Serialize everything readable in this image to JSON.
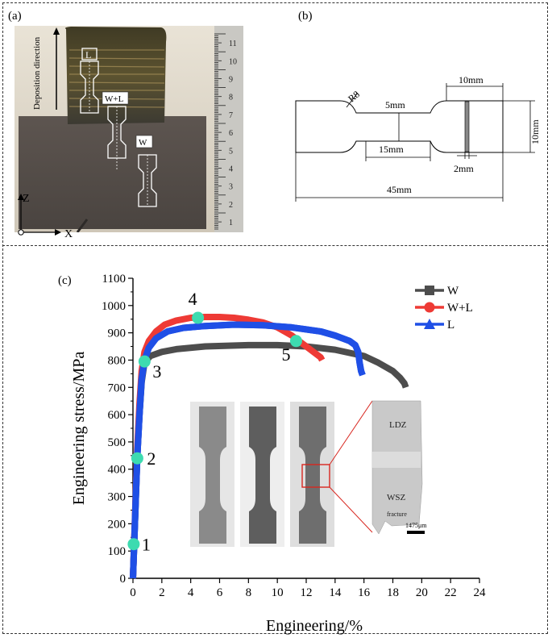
{
  "panels": {
    "a": "(a)",
    "b": "(b)",
    "c": "(c)"
  },
  "photo": {
    "deposition_direction": "Deposition direction",
    "specimen_labels": [
      "L",
      "W+L",
      "W"
    ],
    "axis_z": "Z",
    "axis_x": "X",
    "ruler_numbers": [
      "11",
      "10",
      "9",
      "8",
      "7",
      "6",
      "5",
      "4",
      "3",
      "2",
      "1"
    ]
  },
  "drawing": {
    "radius": "R8",
    "width_narrow": "5mm",
    "gauge_length": "15mm",
    "grip_length": "10mm",
    "grip_width": "10mm",
    "thickness": "2mm",
    "total_length": "45mm"
  },
  "colors": {
    "W": "#4d4d4d",
    "W+L": "#ee3a35",
    "L": "#1f4fe6",
    "marker": "#3ddbb0",
    "callout": "#d8261f"
  },
  "micrograph": {
    "zone_top": "LDZ",
    "zone_bottom": "WSZ",
    "fracture": "fracture",
    "scale": "1475μm"
  },
  "chart_data": {
    "type": "line",
    "ylabel": "Engineering stress/MPa",
    "xlabel": "Engineering/%",
    "xlim": [
      0,
      24
    ],
    "ylim": [
      0,
      1100
    ],
    "xticks": [
      0,
      2,
      4,
      6,
      8,
      10,
      12,
      14,
      16,
      18,
      20,
      22,
      24
    ],
    "yticks": [
      0,
      100,
      200,
      300,
      400,
      500,
      600,
      700,
      800,
      900,
      1000,
      1100
    ],
    "legend_position": "top-right",
    "series": [
      {
        "name": "W",
        "marker": "square",
        "x": [
          0,
          0.1,
          0.2,
          0.3,
          0.45,
          0.6,
          0.8,
          1.2,
          2,
          3,
          5,
          8,
          10,
          12,
          14,
          16,
          17,
          18,
          18.5,
          18.8,
          18.9
        ],
        "y": [
          0,
          150,
          300,
          450,
          600,
          720,
          790,
          815,
          830,
          840,
          850,
          855,
          855,
          850,
          838,
          815,
          790,
          760,
          735,
          715,
          700
        ]
      },
      {
        "name": "W+L",
        "marker": "circle",
        "x": [
          0,
          0.1,
          0.2,
          0.3,
          0.45,
          0.6,
          0.8,
          1.1,
          1.6,
          2.2,
          3,
          4,
          5,
          6,
          7,
          8,
          9,
          10,
          10.5,
          11,
          11.5,
          12,
          12.5,
          13,
          13.1
        ],
        "y": [
          0,
          160,
          320,
          480,
          640,
          760,
          830,
          870,
          905,
          930,
          945,
          955,
          958,
          958,
          955,
          948,
          938,
          920,
          905,
          890,
          870,
          850,
          830,
          810,
          800
        ]
      },
      {
        "name": "L",
        "marker": "triangle",
        "x": [
          0,
          0.1,
          0.2,
          0.3,
          0.45,
          0.6,
          0.8,
          1.1,
          1.6,
          2.4,
          3.5,
          5,
          7,
          9,
          11,
          13,
          14,
          15,
          15.4,
          15.6,
          15.7,
          15.8,
          15.9
        ],
        "y": [
          0,
          150,
          300,
          450,
          600,
          730,
          800,
          845,
          880,
          905,
          918,
          925,
          930,
          928,
          920,
          905,
          890,
          870,
          855,
          830,
          790,
          760,
          745
        ]
      }
    ],
    "annotations": [
      {
        "label": "1",
        "x": 0.05,
        "y": 125
      },
      {
        "label": "2",
        "x": 0.3,
        "y": 440
      },
      {
        "label": "3",
        "x": 0.8,
        "y": 795
      },
      {
        "label": "4",
        "x": 4.5,
        "y": 955
      },
      {
        "label": "5",
        "x": 11.3,
        "y": 870
      }
    ]
  }
}
